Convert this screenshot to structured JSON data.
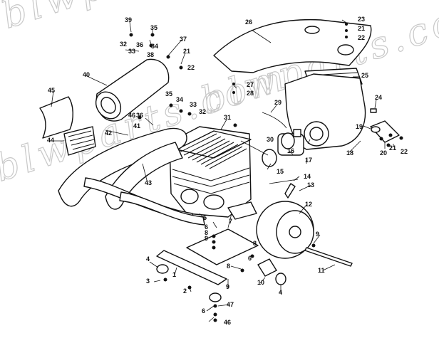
{
  "diagram": {
    "watermark": "blwparts.com",
    "part_labels": [
      "1",
      "2",
      "3",
      "4",
      "5",
      "6",
      "7",
      "8",
      "9",
      "10",
      "11",
      "12",
      "13",
      "14",
      "15",
      "16",
      "17",
      "18",
      "19",
      "20",
      "21",
      "22",
      "23",
      "24",
      "25",
      "26",
      "27",
      "28",
      "29",
      "30",
      "31",
      "32",
      "33",
      "34",
      "35",
      "36",
      "37",
      "38",
      "39",
      "40",
      "41",
      "42",
      "43",
      "44",
      "45",
      "46",
      "47"
    ]
  }
}
